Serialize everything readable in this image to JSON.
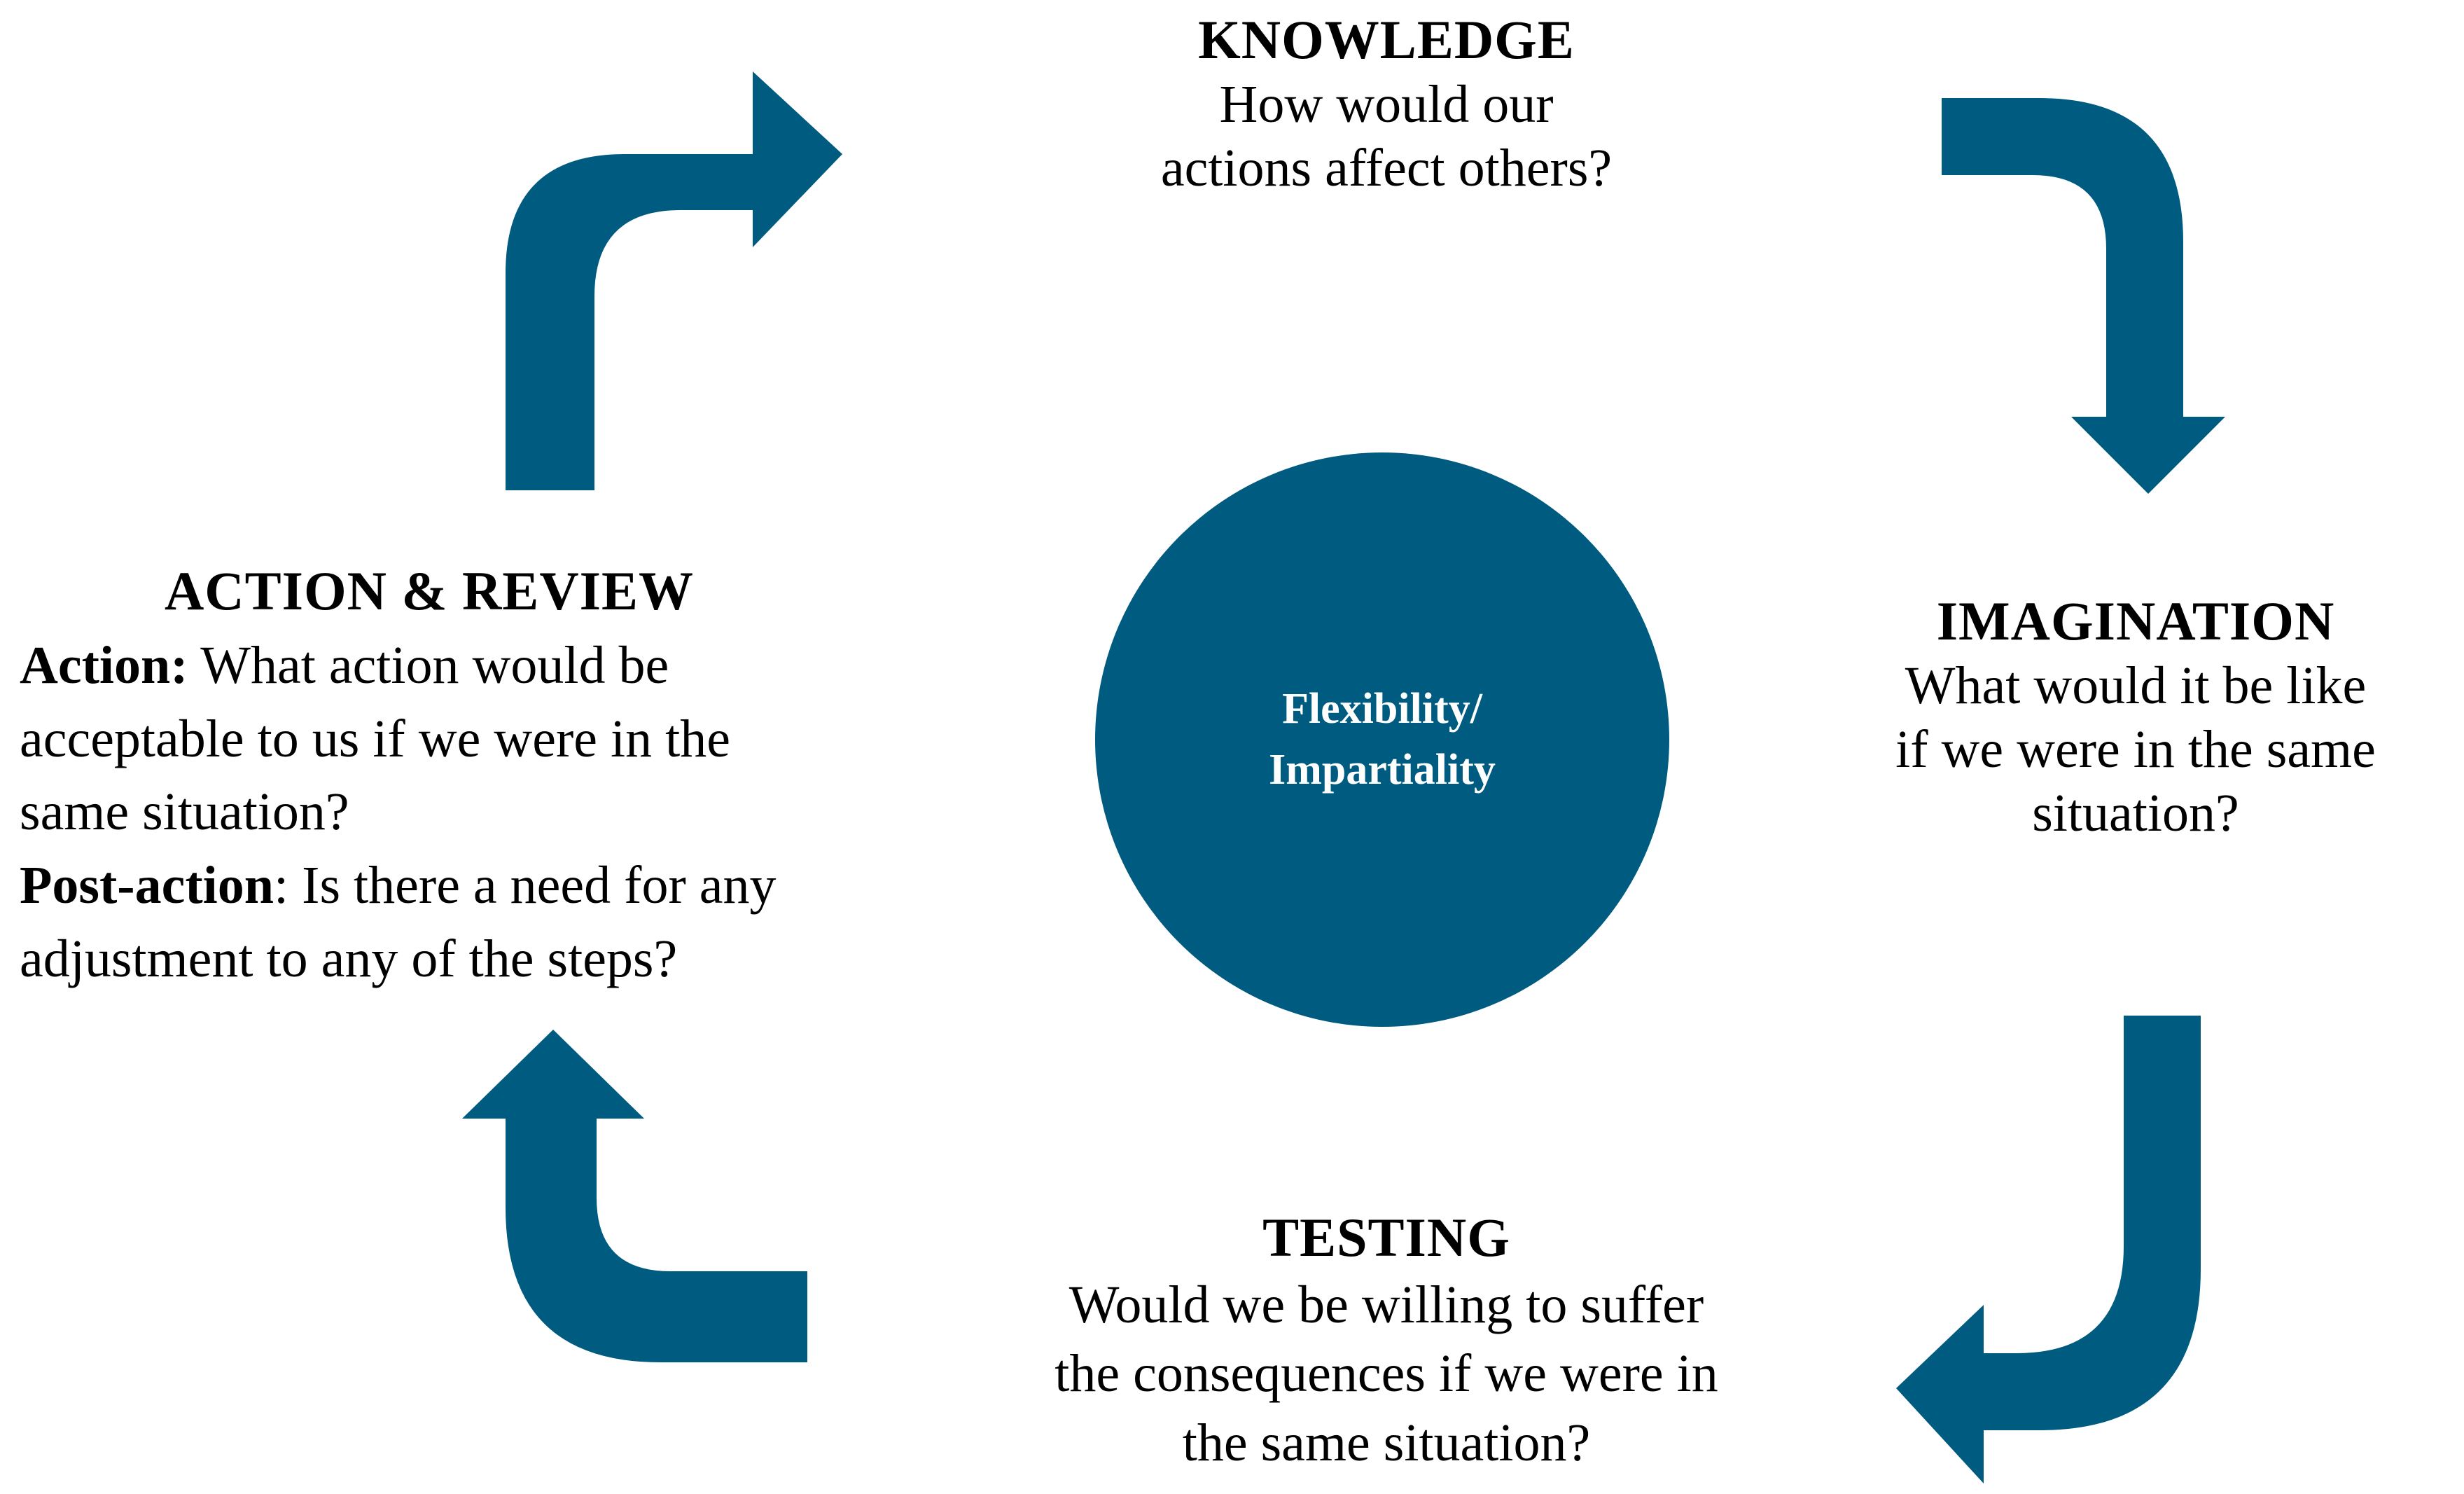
{
  "colors": {
    "arrow": "#005b80",
    "circle": "#005b80",
    "circle_text": "#ffffff",
    "text": "#000000"
  },
  "knowledge": {
    "title": "KNOWLEDGE",
    "lines": [
      "How would our",
      "actions affect others?"
    ]
  },
  "imagination": {
    "title": "IMAGINATION",
    "lines": [
      "What would it be like",
      "if we were in the same",
      "situation?"
    ]
  },
  "testing": {
    "title": "TESTING",
    "lines": [
      "Would we be willing to suffer",
      "the consequences if we were in",
      "the same situation?"
    ]
  },
  "action_review": {
    "title": "ACTION & REVIEW",
    "action_label": "Action:",
    "action_lines": [
      " What action would be",
      "acceptable to us if we were in the",
      "same situation?"
    ],
    "post_action_label": "Post-action",
    "post_action_lines": [
      ": Is there a need for any",
      "adjustment to any of the steps?"
    ]
  },
  "center": {
    "lines": [
      "Flexibility/",
      "Impartiality"
    ]
  },
  "icons": [
    "arrow-up-right-icon",
    "arrow-right-down-icon",
    "arrow-down-left-icon",
    "arrow-left-up-icon"
  ]
}
